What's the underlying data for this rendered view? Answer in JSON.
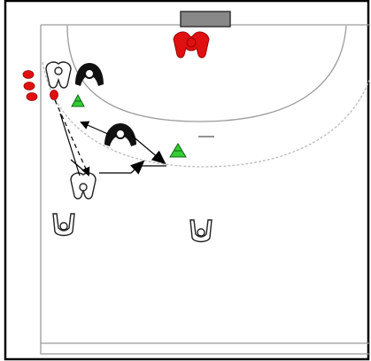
{
  "diagram": {
    "kind": "handball-half-court-drill",
    "colors": {
      "court_line": "#9a9a9a",
      "frame": "#000000",
      "goal": "#888888",
      "goalkeeper": "#e01010",
      "attacker": "#111111",
      "defender_outline": "#222222",
      "cone": "#33cc33",
      "ball": "#e01010",
      "pass_arrow": "#000000",
      "run_arrow": "#000000"
    },
    "elements": [
      {
        "name": "goal",
        "icon": "goal-rect-icon"
      },
      {
        "name": "goalkeeper",
        "icon": "player-red-icon"
      },
      {
        "name": "attacker-top",
        "icon": "player-black-icon"
      },
      {
        "name": "attacker-middle",
        "icon": "player-black-icon"
      },
      {
        "name": "defender-left-top",
        "icon": "player-outline-icon"
      },
      {
        "name": "defender-left-bottom",
        "icon": "player-outline-icon"
      },
      {
        "name": "defender-bottom-left",
        "icon": "player-outline-icon"
      },
      {
        "name": "defender-bottom-center",
        "icon": "player-outline-icon"
      },
      {
        "name": "cone-left",
        "icon": "cone-icon"
      },
      {
        "name": "cone-right",
        "icon": "cone-icon"
      },
      {
        "name": "ball-stack",
        "icon": "ball-icon",
        "count": 4
      }
    ]
  }
}
